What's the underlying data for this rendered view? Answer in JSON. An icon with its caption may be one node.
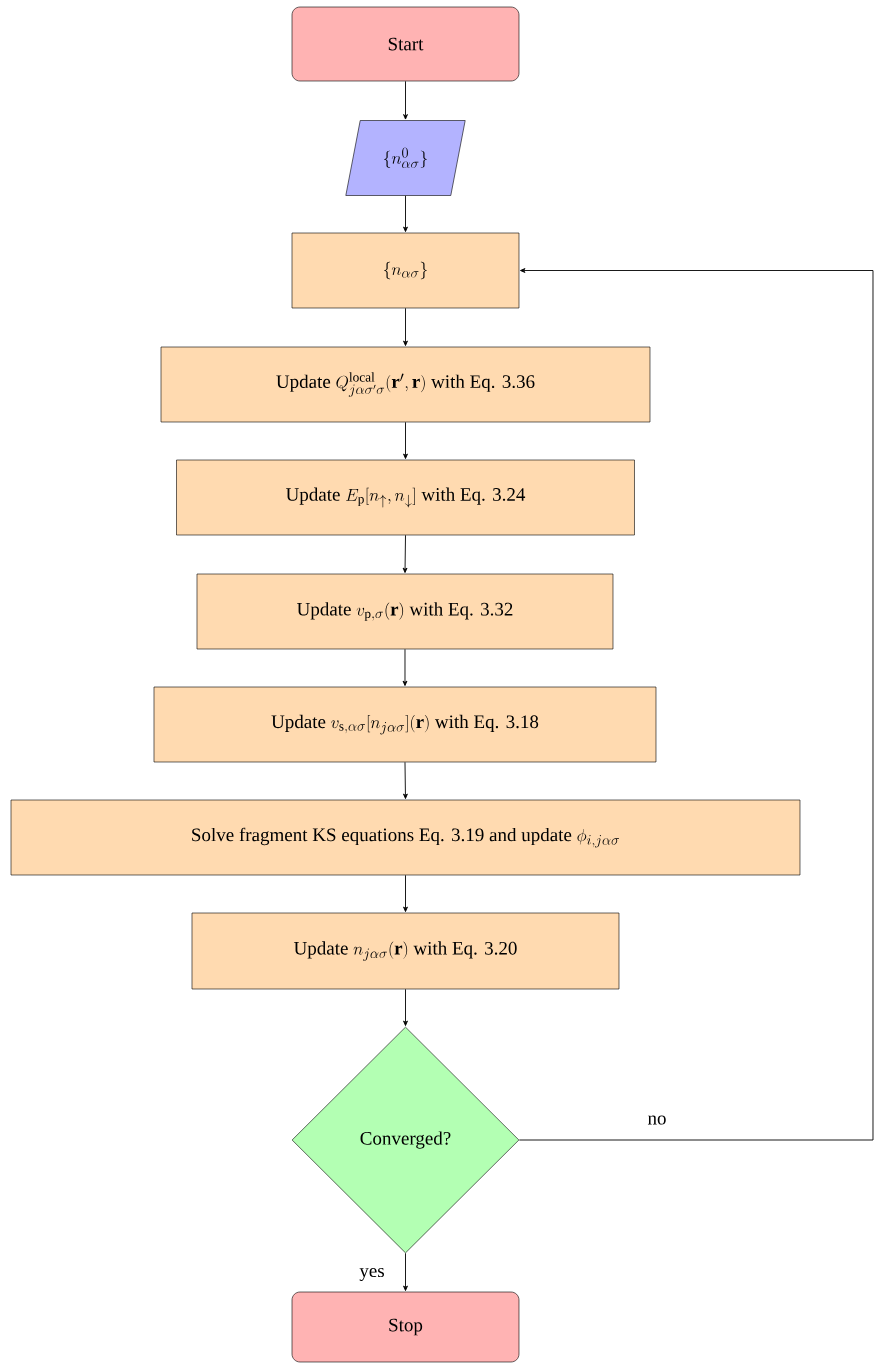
{
  "diagram": {
    "nodes": [
      {
        "text": [
          "Start"
        ]
      },
      {
        "text": [
          "\\{n^{0}_{\\alpha\\sigma}\\}"
        ]
      },
      {
        "text": [
          "\\{n_{\\alpha\\sigma}\\}"
        ]
      },
      {
        "text": [
          "\\text{Update } Q^{\\mathrm{local}}_{j\\alpha\\sigma'\\sigma}(\\mathbf{r}',\\mathbf{r})\\text{ with Eq. 3.36}"
        ]
      },
      {
        "text": [
          "\\text{Update } E_{\\mathrm{p}}[n_{\\uparrow},n_{\\downarrow}]\\text{ with Eq. 3.24}"
        ]
      },
      {
        "text": [
          "\\text{Update } v_{\\mathrm{p},\\sigma}(\\mathbf{r})\\text{ with Eq. 3.32}"
        ]
      },
      {
        "text": [
          "\\text{Update } v_{\\mathrm{s},\\alpha\\sigma}[n_{j\\alpha\\sigma}](\\mathbf{r})\\text{ with Eq. 3.18}"
        ]
      },
      {
        "text": [
          "\\text{Solve fragment KS equations Eq. 3.19 and update } \\phi_{i,j\\alpha\\sigma}"
        ]
      },
      {
        "text": [
          "\\text{Update } n_{j\\alpha\\sigma}(\\mathbf{r})\\text{ with Eq. 3.20}"
        ]
      },
      {
        "text": [
          "Converged?"
        ]
      },
      {
        "text": [
          "Stop"
        ]
      }
    ],
    "edges": [
      {
        "from": 0,
        "to": 1,
        "arrow": "to"
      },
      {
        "from": 1,
        "to": 2,
        "arrow": "to"
      },
      {
        "from": 2,
        "to": 3,
        "arrow": "to"
      },
      {
        "from": 3,
        "to": 4,
        "arrow": "to"
      },
      {
        "from": 4,
        "to": 5,
        "arrow": "to"
      },
      {
        "from": 5,
        "to": 6,
        "arrow": "to"
      },
      {
        "from": 6,
        "to": 7,
        "arrow": "to"
      },
      {
        "from": 7,
        "to": 8,
        "arrow": "to"
      },
      {
        "from": 8,
        "to": 9,
        "arrow": "to"
      },
      {
        "from": 9,
        "to": 10,
        "label": "yes",
        "arrow": "to"
      },
      {
        "from": 9,
        "to": 2,
        "label": "no",
        "arrow": "to"
      }
    ]
  }
}
